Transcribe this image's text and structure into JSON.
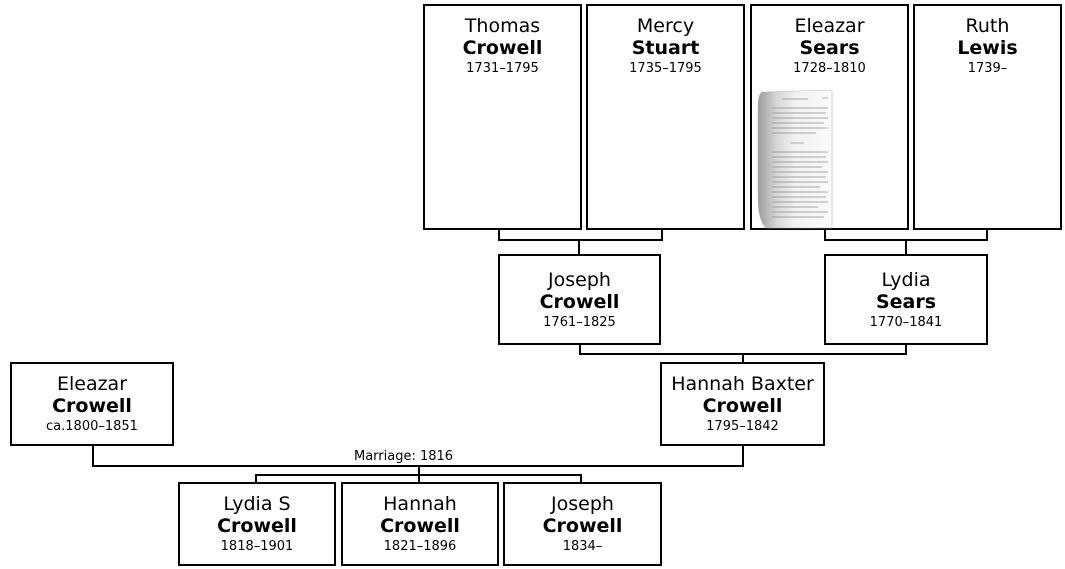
{
  "people": {
    "thomas": {
      "given": "Thomas",
      "surname": "Crowell",
      "dates": "1731–1795"
    },
    "mercy": {
      "given": "Mercy",
      "surname": "Stuart",
      "dates": "1735–1795"
    },
    "eleazar_s": {
      "given": "Eleazar",
      "surname": "Sears",
      "dates": "1728–1810"
    },
    "ruth": {
      "given": "Ruth",
      "surname": "Lewis",
      "dates": "1739–"
    },
    "joseph_p": {
      "given": "Joseph",
      "surname": "Crowell",
      "dates": "1761–1825"
    },
    "lydia_p": {
      "given": "Lydia",
      "surname": "Sears",
      "dates": "1770–1841"
    },
    "eleazar_c": {
      "given": "Eleazar",
      "surname": "Crowell",
      "dates": "ca.1800–1851"
    },
    "hannah_b": {
      "given": "Hannah Baxter",
      "surname": "Crowell",
      "dates": "1795–1842"
    },
    "lydia_s": {
      "given": "Lydia S",
      "surname": "Crowell",
      "dates": "1818–1901"
    },
    "hannah_c": {
      "given": "Hannah",
      "surname": "Crowell",
      "dates": "1821–1896"
    },
    "joseph_c": {
      "given": "Joseph",
      "surname": "Crowell",
      "dates": "1834–"
    }
  },
  "marriage_label": "Marriage: 1816",
  "icons": {
    "document_thumbnail": "scanned-document-icon"
  }
}
